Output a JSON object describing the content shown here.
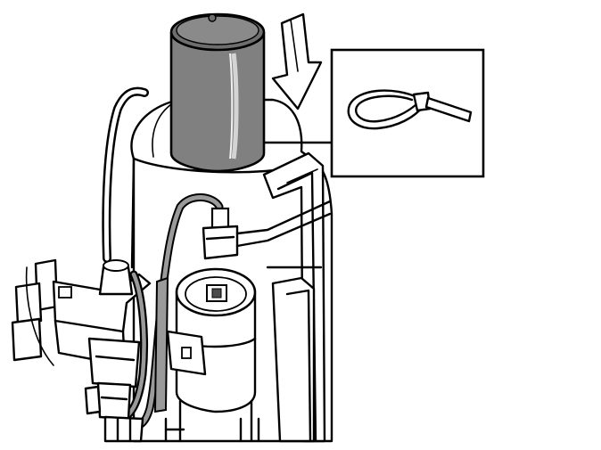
{
  "figure": {
    "kind": "technical-line-illustration",
    "subject": "fuel-pump-assembly-with-filter-and-cable-tie",
    "callout": "cable-tie-detail-inset",
    "colors": {
      "line": "#000000",
      "background": "#ffffff",
      "filter_shading": "#808080",
      "filter_highlight": "#c8c8c8",
      "hose_shading": "#9a9a9a"
    },
    "icons": [
      "arrow-down-icon",
      "cable-tie-icon"
    ]
  }
}
